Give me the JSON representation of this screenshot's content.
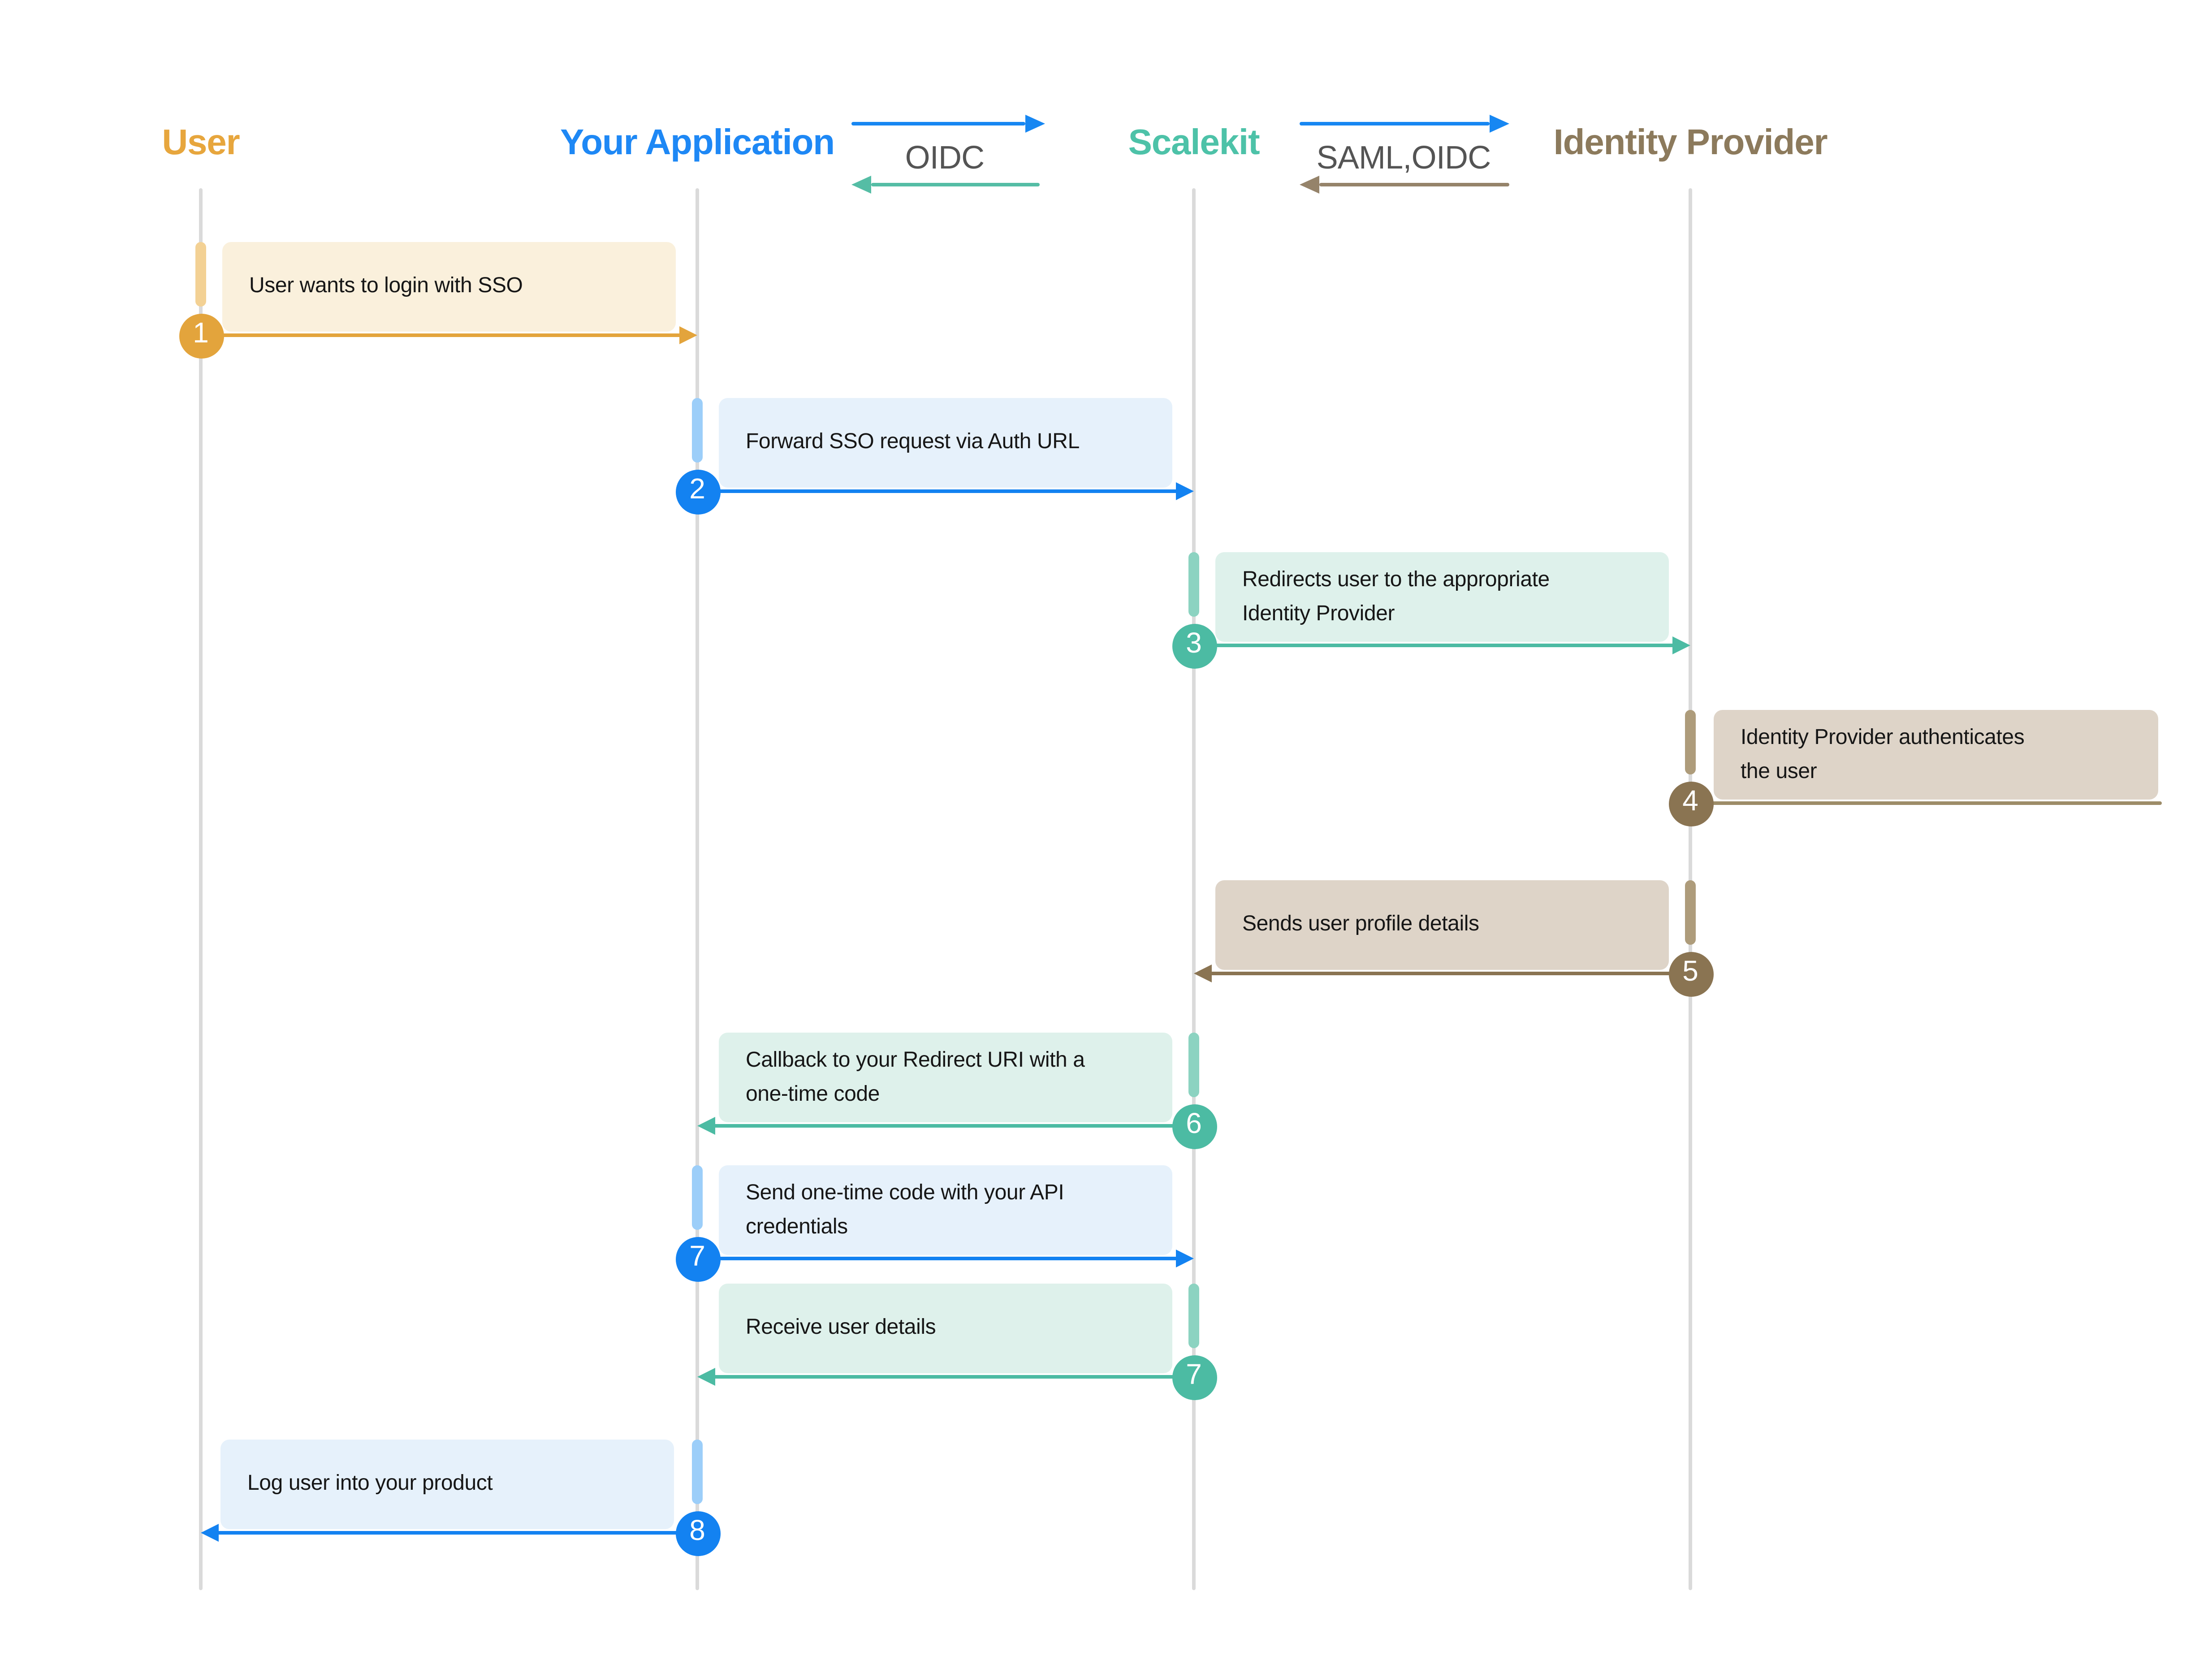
{
  "diagram": {
    "kind": "sso-login-sequence-diagram",
    "background": "#FFFFFF",
    "lifeline_color": "#DADADA"
  },
  "actors": [
    {
      "id": "user",
      "label": "User",
      "color": "#E7A63D"
    },
    {
      "id": "app",
      "label": "Your Application",
      "color": "#1E88F5"
    },
    {
      "id": "scalekit",
      "label": "Scalekit",
      "color": "#4DC2A8"
    },
    {
      "id": "idp",
      "label": "Identity Provider",
      "color": "#8C7A5C"
    }
  ],
  "protocols": [
    {
      "label": "OIDC",
      "between": [
        "Your Application",
        "Scalekit"
      ],
      "forward_arrow_color": "#1787F2",
      "return_arrow_color": "#55BDA5",
      "text_color": "#545454"
    },
    {
      "label": "SAML,OIDC",
      "between": [
        "Scalekit",
        "Identity Provider"
      ],
      "forward_arrow_color": "#1787F2",
      "return_arrow_color": "#95836A",
      "text_color": "#545454"
    }
  ],
  "steps": [
    {
      "number": "1",
      "label": "User wants to login with SSO",
      "from": "User",
      "to": "Your Application",
      "theme": "amber",
      "direction": "right"
    },
    {
      "number": "2",
      "label": "Forward SSO request via Auth URL",
      "from": "Your Application",
      "to": "Scalekit",
      "theme": "blue",
      "direction": "right"
    },
    {
      "number": "3",
      "label": "Redirects user to the appropriate\nIdentity Provider",
      "from": "Scalekit",
      "to": "Identity Provider",
      "theme": "teal",
      "direction": "right"
    },
    {
      "number": "4",
      "label": "Identity Provider authenticates\nthe user",
      "from": "Identity Provider",
      "to": "Identity Provider",
      "theme": "brown",
      "direction": "self"
    },
    {
      "number": "5",
      "label": "Sends user profile details",
      "from": "Identity Provider",
      "to": "Scalekit",
      "theme": "brown",
      "direction": "left"
    },
    {
      "number": "6",
      "label": "Callback to your Redirect URI with a\none-time code",
      "from": "Scalekit",
      "to": "Your Application",
      "theme": "teal",
      "direction": "left"
    },
    {
      "number": "7",
      "label": "Send one-time code with your API\ncredentials",
      "from": "Your Application",
      "to": "Scalekit",
      "theme": "blue",
      "direction": "right"
    },
    {
      "number": "7",
      "label": "Receive user details",
      "from": "Scalekit",
      "to": "Your Application",
      "theme": "teal",
      "direction": "left"
    },
    {
      "number": "8",
      "label": "Log user into your product",
      "from": "Your Application",
      "to": "User",
      "theme": "blue",
      "direction": "left"
    }
  ],
  "theme_colors": {
    "amber": {
      "main": "#E3A43C",
      "activation": "#F3D194",
      "box": "#FAF0DC"
    },
    "blue": {
      "main": "#1382F1",
      "activation": "#9CCEF9",
      "box": "#E6F1FB"
    },
    "teal": {
      "main": "#4CBBA3",
      "activation": "#8CD3C1",
      "box": "#DEF1EB"
    },
    "brown": {
      "main": "#8A7452",
      "activation": "#AE9C7B",
      "box": "#DED4C8",
      "self_line": "#9D8C68"
    }
  }
}
